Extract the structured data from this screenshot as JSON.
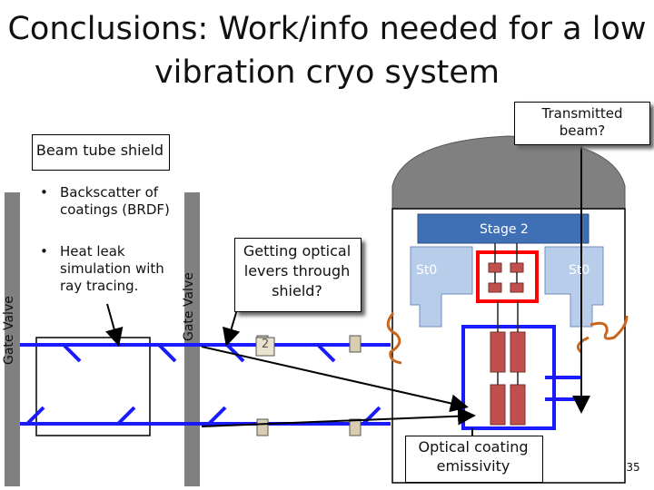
{
  "title": "Conclusions: Work/info needed for a low vibration cryo system",
  "labels": {
    "beam_tube_shield": "Beam tube shield",
    "transmitted_beam": "Transmitted beam?",
    "bullet_1": "Backscatter of coatings (BRDF)",
    "bullet_2": "Heat leak simulation with ray tracing.",
    "gate_valve_left": "Gate Valve",
    "gate_valve_right": "Gate Valve",
    "optical_levers": "Getting optical levers through shield?",
    "stage_2": "Stage 2",
    "st0_left": "St0",
    "st0_right": "St0",
    "small_box": "2",
    "optical_coating": "Optical coating emissivity",
    "page_number": "35"
  },
  "colors": {
    "gray_bar": "#808080",
    "beam_line": "#1a1aff",
    "stage_blue": "#3f6fb4",
    "st0_blue": "#b7cdea",
    "mirror_red": "#c0504d",
    "highlight_red": "#ff0000",
    "dome_gray": "#808080",
    "cable_orange": "#c9651c"
  }
}
